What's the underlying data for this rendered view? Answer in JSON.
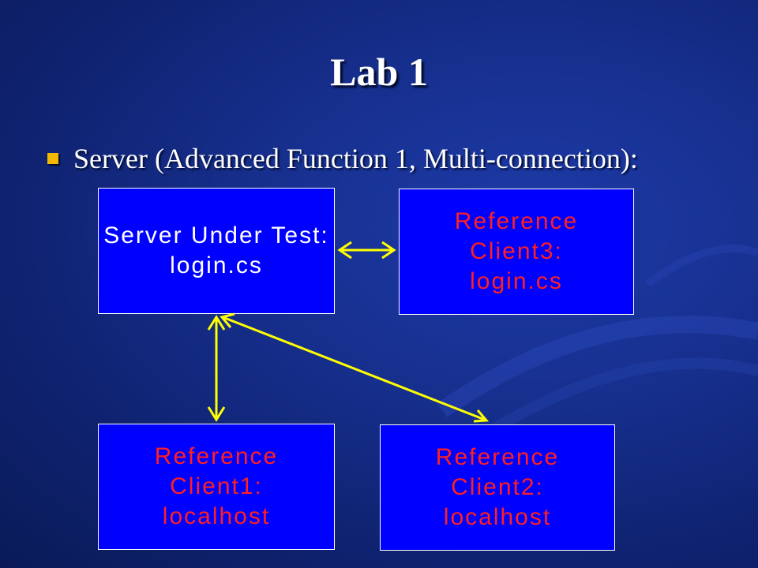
{
  "slide": {
    "title": "Lab 1",
    "bullet": "Server (Advanced Function 1, Multi-connection):"
  },
  "boxes": {
    "server": {
      "line1": "Server Under Test:",
      "line2": "login.cs"
    },
    "client3": {
      "line1": "Reference",
      "line2": "Client3:",
      "line3": "login.cs"
    },
    "client1": {
      "line1": "Reference",
      "line2": "Client1:",
      "line3": "localhost"
    },
    "client2": {
      "line1": "Reference",
      "line2": "Client2:",
      "line3": "localhost"
    }
  },
  "colors": {
    "background": "#17308f",
    "box_fill": "#0000ff",
    "server_text": "#ffffff",
    "client_text": "#ff2020",
    "arrow": "#ffff00",
    "bullet": "#f0b800"
  }
}
